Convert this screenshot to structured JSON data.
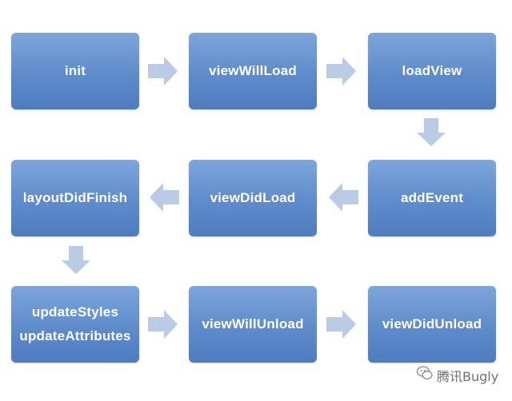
{
  "nodes": {
    "init": "init",
    "view_will_load": "viewWillLoad",
    "load_view": "loadView",
    "add_event": "addEvent",
    "view_did_load": "viewDidLoad",
    "layout_did_finish": "layoutDidFinish",
    "update_styles": "updateStyles",
    "update_attributes": "updateAttributes",
    "view_will_unload": "viewWillUnload",
    "view_did_unload": "viewDidUnload"
  },
  "watermark": "腾讯Bugly",
  "colors": {
    "box_top": "#7ea6dc",
    "box_bottom": "#4e7cbf",
    "arrow_fill": "#b9cbe5"
  }
}
